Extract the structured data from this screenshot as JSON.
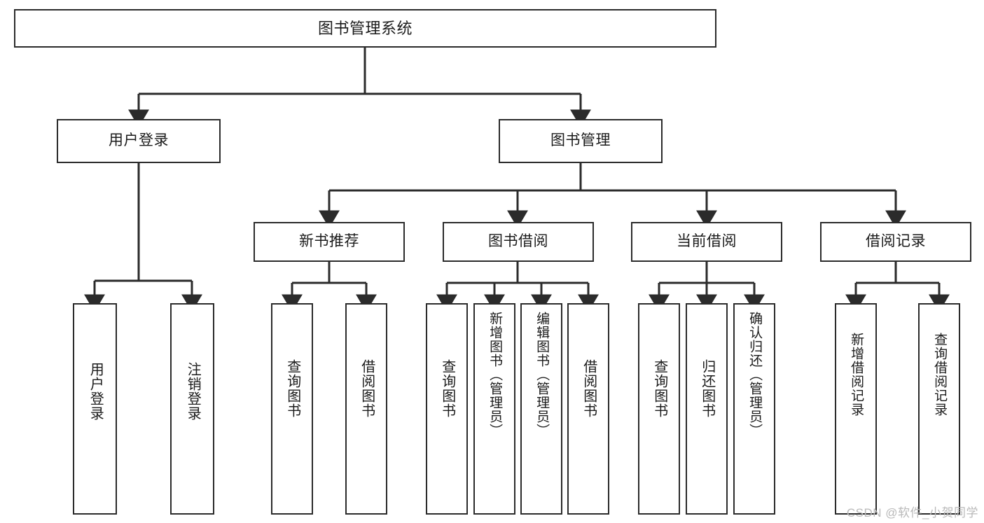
{
  "diagram": {
    "title": "图书管理系统",
    "type": "tree-hierarchy",
    "stroke_color": "#2b2b2b",
    "background_color": "#ffffff",
    "text_color": "#1b1b1b"
  },
  "nodes": {
    "root": {
      "label": "图书管理系统",
      "level": 1
    },
    "level2": [
      {
        "id": "user-login",
        "label": "用户登录"
      },
      {
        "id": "book-management",
        "label": "图书管理"
      }
    ],
    "level3": [
      {
        "id": "new-book-recommend",
        "label": "新书推荐"
      },
      {
        "id": "book-borrow",
        "label": "图书借阅"
      },
      {
        "id": "current-borrow",
        "label": "当前借阅"
      },
      {
        "id": "borrow-record",
        "label": "借阅记录"
      }
    ],
    "leaves": {
      "user-login": [
        {
          "id": "leaf-user-login",
          "label": "用户登录"
        },
        {
          "id": "leaf-logout-login",
          "label": "注销登录"
        }
      ],
      "new-book-recommend": [
        {
          "id": "leaf-query-book-1",
          "label": "查询图书"
        },
        {
          "id": "leaf-borrow-book-1",
          "label": "借阅图书"
        }
      ],
      "book-borrow": [
        {
          "id": "leaf-query-book-2",
          "label": "查询图书"
        },
        {
          "id": "leaf-add-book",
          "label": "新增图书（管理员）"
        },
        {
          "id": "leaf-edit-book",
          "label": "编辑图书（管理员）"
        },
        {
          "id": "leaf-borrow-book-2",
          "label": "借阅图书"
        }
      ],
      "current-borrow": [
        {
          "id": "leaf-query-book-3",
          "label": "查询图书"
        },
        {
          "id": "leaf-return-book",
          "label": "归还图书"
        },
        {
          "id": "leaf-confirm-return",
          "label": "确认归还（管理员）"
        }
      ],
      "borrow-record": [
        {
          "id": "leaf-add-record",
          "label": "新增借阅记录"
        },
        {
          "id": "leaf-query-record",
          "label": "查询借阅记录"
        }
      ]
    }
  },
  "watermark": {
    "text": "CSDN @软件_小贺同学"
  }
}
